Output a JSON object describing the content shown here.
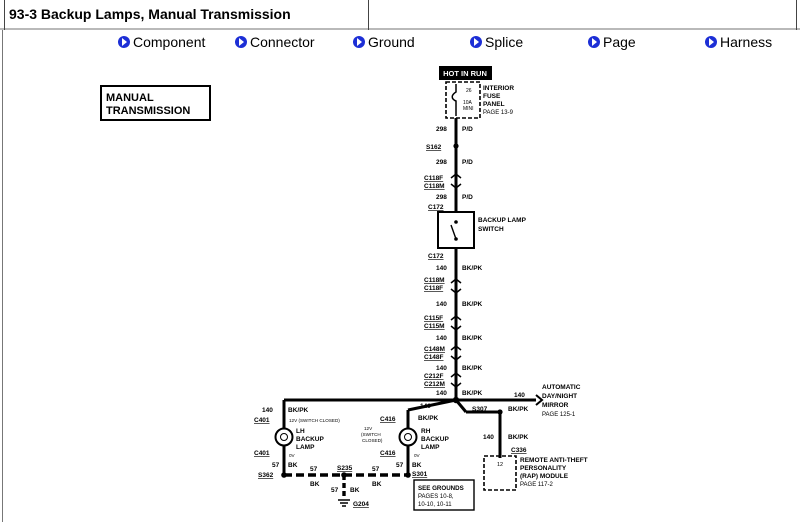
{
  "title": "93-3 Backup Lamps, Manual Transmission",
  "nav": [
    {
      "label": "Component",
      "icon": "arrow-circle-icon"
    },
    {
      "label": "Connector",
      "icon": "arrow-circle-icon"
    },
    {
      "label": "Ground",
      "icon": "arrow-circle-icon"
    },
    {
      "label": "Splice",
      "icon": "arrow-circle-icon"
    },
    {
      "label": "Page",
      "icon": "arrow-circle-icon"
    },
    {
      "label": "Harness",
      "icon": "arrow-circle-icon"
    }
  ],
  "diagram": {
    "condition_box": [
      "MANUAL",
      "TRANSMISSION"
    ],
    "hot_in_run": "HOT IN RUN",
    "fuse": {
      "line1": "26",
      "line2": "10A",
      "line3": "MINI"
    },
    "fuse_panel": [
      "INTERIOR",
      "FUSE",
      "PANEL",
      "PAGE  13-9"
    ],
    "circuit_298": "298",
    "color_pd": "P/D",
    "circuit_140": "140",
    "color_bkpk": "BK/PK",
    "circuit_57": "57",
    "color_bk": "BK",
    "s162": "S162",
    "c118f": "C118F",
    "c118m": "C118M",
    "c172": "C172",
    "switch_label": [
      "BACKUP LAMP",
      "SWITCH"
    ],
    "c115f": "C115F",
    "c115m": "C115M",
    "c148m": "C148M",
    "c148f": "C148F",
    "c212f": "C212F",
    "c212m": "C212M",
    "mirror": [
      "AUTOMATIC",
      "DAY/NIGHT",
      "MIRROR",
      "PAGE  125-1"
    ],
    "s307": "S307",
    "c401": "C401",
    "c416": "C416",
    "lh_lamp": [
      "LH",
      "BACKUP",
      "LAMP"
    ],
    "rh_lamp": [
      "RH",
      "BACKUP",
      "LAMP"
    ],
    "switch_closed": "12V (SWITCH CLOSED)",
    "rh_sw": [
      "12V",
      "(SWITCH",
      "CLOSED)"
    ],
    "zero_v": "0V",
    "c336": "C336",
    "pats_pin": "12",
    "pats": [
      "REMOTE  ANTI-THEFT",
      "PERSONALITY",
      "(RAP)  MODULE",
      "PAGE  117-2"
    ],
    "s362": "S362",
    "s235": "S235",
    "s301": "S301",
    "g204": "G204",
    "grounds_note": [
      "SEE  GROUNDS",
      "PAGES  10-8,",
      "10-10,  10-11"
    ]
  }
}
